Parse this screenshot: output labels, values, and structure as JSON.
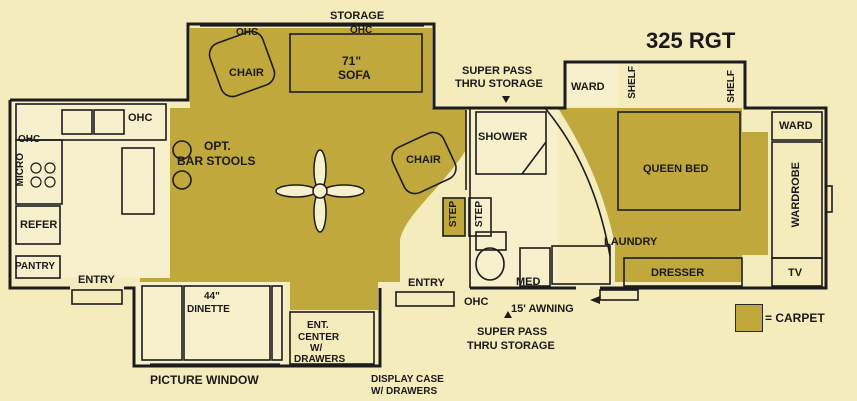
{
  "title": "325 RGT",
  "colors": {
    "background": "#f5ecbe",
    "carpet": "#c1a83c",
    "wall": "#1c1c1c",
    "floor": "#f7f0cc"
  },
  "legend": {
    "label": "= CARPET"
  },
  "labels": {
    "storage": "STORAGE",
    "ohc_top_left": "OHC",
    "ohc_top_right": "OHC",
    "chair_left": "CHAIR",
    "sofa_size": "71\"",
    "sofa": "SOFA",
    "super_pass_top_1": "SUPER PASS",
    "super_pass_top_2": "THRU STORAGE",
    "ward_top": "WARD",
    "shelf_left": "SHELF",
    "shelf_right": "SHELF",
    "ward_right": "WARD",
    "ohc_kitchen": "OHC",
    "ohc_small": "OHC",
    "micro": "MICRO",
    "opt_bar_1": "OPT.",
    "opt_bar_2": "BAR STOOLS",
    "shower": "SHOWER",
    "chair_right": "CHAIR",
    "queen_bed": "QUEEN BED",
    "wardrobe": "WARDROBE",
    "refer": "REFER",
    "step_1": "STEP",
    "step_2": "STEP",
    "laundry": "LAUNDRY",
    "pantry": "PANTRY",
    "entry_left": "ENTRY",
    "entry_right": "ENTRY",
    "med": "MED",
    "dresser": "DRESSER",
    "tv": "TV",
    "dinette_size": "44\"",
    "dinette": "DINETTE",
    "ohc_bottom": "OHC",
    "awning": "15' AWNING",
    "ent_center_1": "ENT.",
    "ent_center_2": "CENTER",
    "ent_center_3": "W/",
    "ent_center_4": "DRAWERS",
    "super_pass_bottom_1": "SUPER PASS",
    "super_pass_bottom_2": "THRU STORAGE",
    "picture_window": "PICTURE WINDOW",
    "display_case_1": "DISPLAY CASE",
    "display_case_2": "W/ DRAWERS"
  }
}
